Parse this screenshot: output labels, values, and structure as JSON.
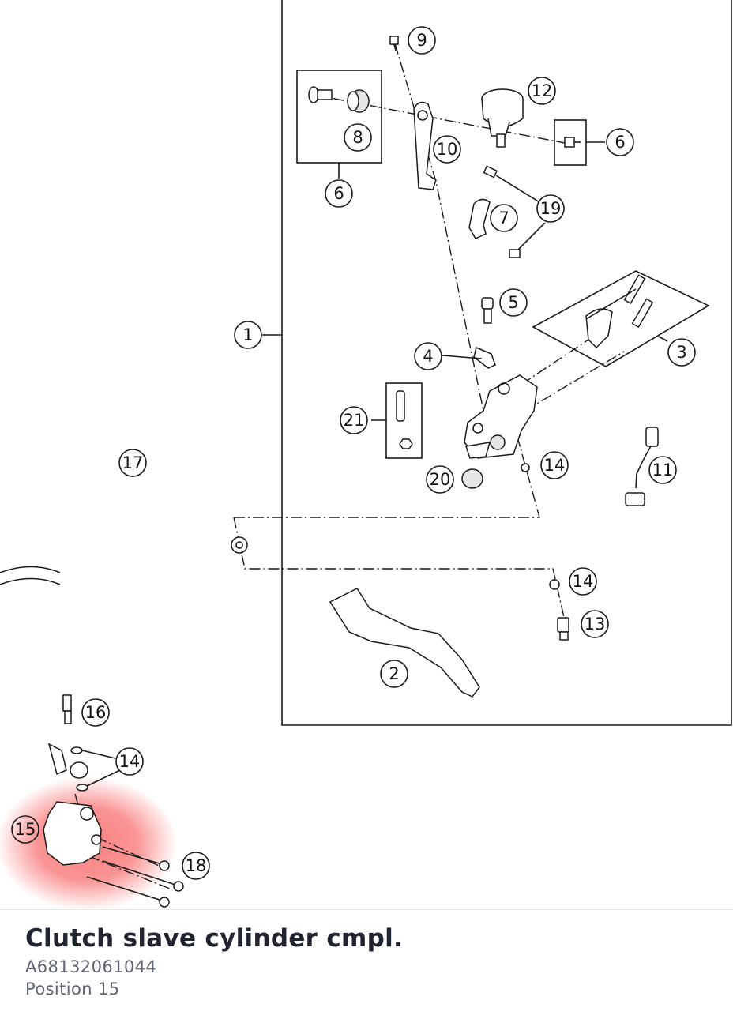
{
  "diagram": {
    "highlight_color": "#f87171",
    "labels": [
      "1",
      "2",
      "3",
      "4",
      "5",
      "6",
      "6",
      "7",
      "8",
      "9",
      "10",
      "11",
      "12",
      "13",
      "14",
      "14",
      "14",
      "15",
      "16",
      "17",
      "18",
      "19",
      "20",
      "21"
    ]
  },
  "info": {
    "title": "Clutch slave cylinder cmpl.",
    "part_number": "A68132061044",
    "position": "Position 15"
  }
}
